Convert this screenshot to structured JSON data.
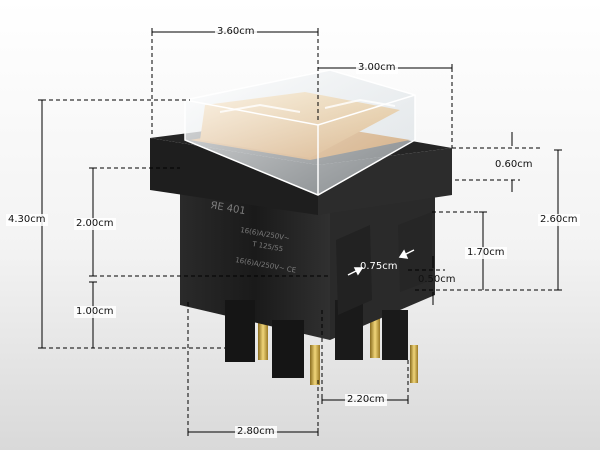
{
  "product": {
    "name": "Rocker switch with transparent waterproof cover",
    "colors": {
      "housing": "#1c1c1c",
      "rocker": "#f59a22",
      "cover": "#e8eef2",
      "terminals": "#c9a640",
      "dimension_line": "#000000",
      "background": "#e6e6e6"
    }
  },
  "dimensions": [
    {
      "id": "top-width",
      "label": "3.60cm"
    },
    {
      "id": "frame-width",
      "label": "3.00cm"
    },
    {
      "id": "overall-height",
      "label": "4.30cm"
    },
    {
      "id": "body-height",
      "label": "2.00cm"
    },
    {
      "id": "terminal-length",
      "label": "1.00cm"
    },
    {
      "id": "flange-thickness",
      "label": "0.60cm"
    },
    {
      "id": "frame-height",
      "label": "2.60cm"
    },
    {
      "id": "clip-height",
      "label": "1.70cm"
    },
    {
      "id": "clip-gap",
      "label": "0.75cm"
    },
    {
      "id": "clip-offset",
      "label": "0.50cm"
    },
    {
      "id": "base-depth",
      "label": "2.20cm"
    },
    {
      "id": "base-width",
      "label": "2.80cm"
    }
  ],
  "housing_markings": {
    "line1": "ЯЕ 401",
    "line2": "16(6)A/250V~",
    "line3": "T 125/55",
    "line4": "16(6)A/250V~ CE"
  }
}
